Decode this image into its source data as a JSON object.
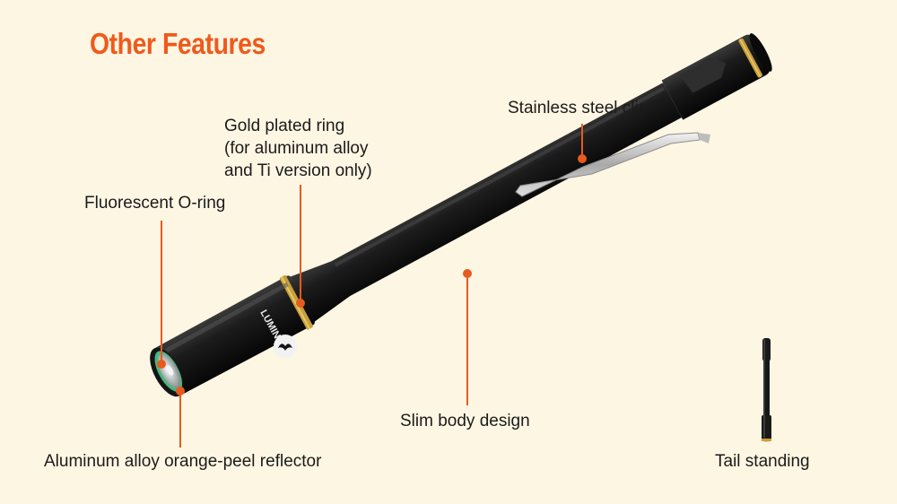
{
  "title": "Other Features",
  "callouts": {
    "gold_ring": [
      "Gold plated ring",
      "(for aluminum alloy",
      "and Ti version only)"
    ],
    "clip": "Stainless steel clip",
    "o_ring": "Fluorescent O-ring",
    "slim_body": "Slim body design",
    "reflector": "Aluminum alloy orange-peel reflector",
    "tail_standing": "Tail standing"
  },
  "brand_mark": "LUMIN",
  "colors": {
    "background": "#fdf6e3",
    "accent": "#ef5a1c",
    "body": "#121212",
    "gold": "#c8a03a",
    "o_ring": "#48b87a",
    "clip": "#c9c9c9"
  },
  "icons": [
    "flashlight-image",
    "small-standing-flashlight-image",
    "bat-logo-icon"
  ]
}
